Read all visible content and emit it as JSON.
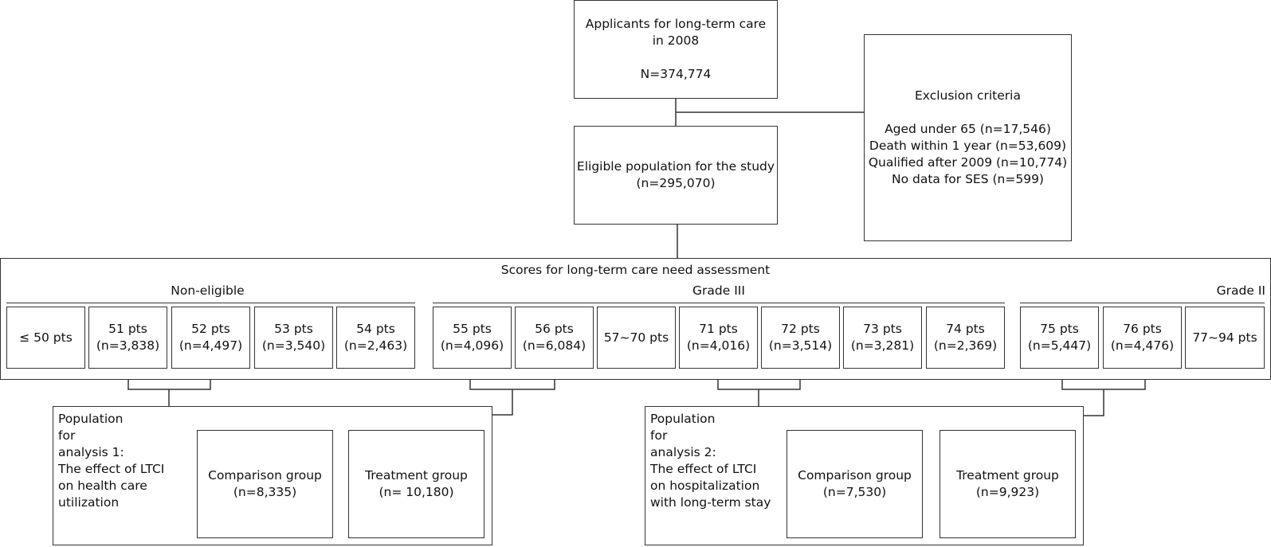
{
  "applicants": {
    "line1": "Applicants for long-term care",
    "line2": "in 2008",
    "count": "N=374,774"
  },
  "exclusion": {
    "title": "Exclusion criteria",
    "items": [
      "Aged under 65 (n=17,546)",
      "Death within 1 year (n=53,609)",
      "Qualified after 2009 (n=10,774)",
      "No data for SES (n=599)"
    ]
  },
  "eligible": {
    "line1": "Eligible population for the study",
    "count": "(n=295,070)"
  },
  "scores": {
    "title": "Scores for long-term care need assessment",
    "groups": [
      "Non-eligible",
      "Grade III",
      "Grade II"
    ],
    "boxes": [
      {
        "label": "≤ 50 pts",
        "n": ""
      },
      {
        "label": "51 pts",
        "n": "(n=3,838)"
      },
      {
        "label": "52 pts",
        "n": "(n=4,497)"
      },
      {
        "label": "53 pts",
        "n": "(n=3,540)"
      },
      {
        "label": "54 pts",
        "n": "(n=2,463)"
      },
      {
        "label": "55 pts",
        "n": "(n=4,096)"
      },
      {
        "label": "56 pts",
        "n": "(n=6,084)"
      },
      {
        "label": "57~70 pts",
        "n": ""
      },
      {
        "label": "71 pts",
        "n": "(n=4,016)"
      },
      {
        "label": "72 pts",
        "n": "(n=3,514)"
      },
      {
        "label": "73 pts",
        "n": "(n=3,281)"
      },
      {
        "label": "74 pts",
        "n": "(n=2,369)"
      },
      {
        "label": "75 pts",
        "n": "(n=5,447)"
      },
      {
        "label": "76 pts",
        "n": "(n=4,476)"
      },
      {
        "label": "77~94 pts",
        "n": ""
      }
    ]
  },
  "analysis1": {
    "lines": [
      "Population",
      "for",
      "analysis 1:",
      "The effect of LTCI",
      "on health care",
      "utilization"
    ],
    "comparison": {
      "label": "Comparison group",
      "n": "(n=8,335)"
    },
    "treatment": {
      "label": "Treatment group",
      "n": "(n= 10,180)"
    }
  },
  "analysis2": {
    "lines": [
      "Population",
      "for",
      "analysis 2:",
      "The effect of LTCI",
      "on hospitalization",
      "with long-term stay"
    ],
    "comparison": {
      "label": "Comparison group",
      "n": "(n=7,530)"
    },
    "treatment": {
      "label": "Treatment group",
      "n": "(n=9,923)"
    }
  }
}
